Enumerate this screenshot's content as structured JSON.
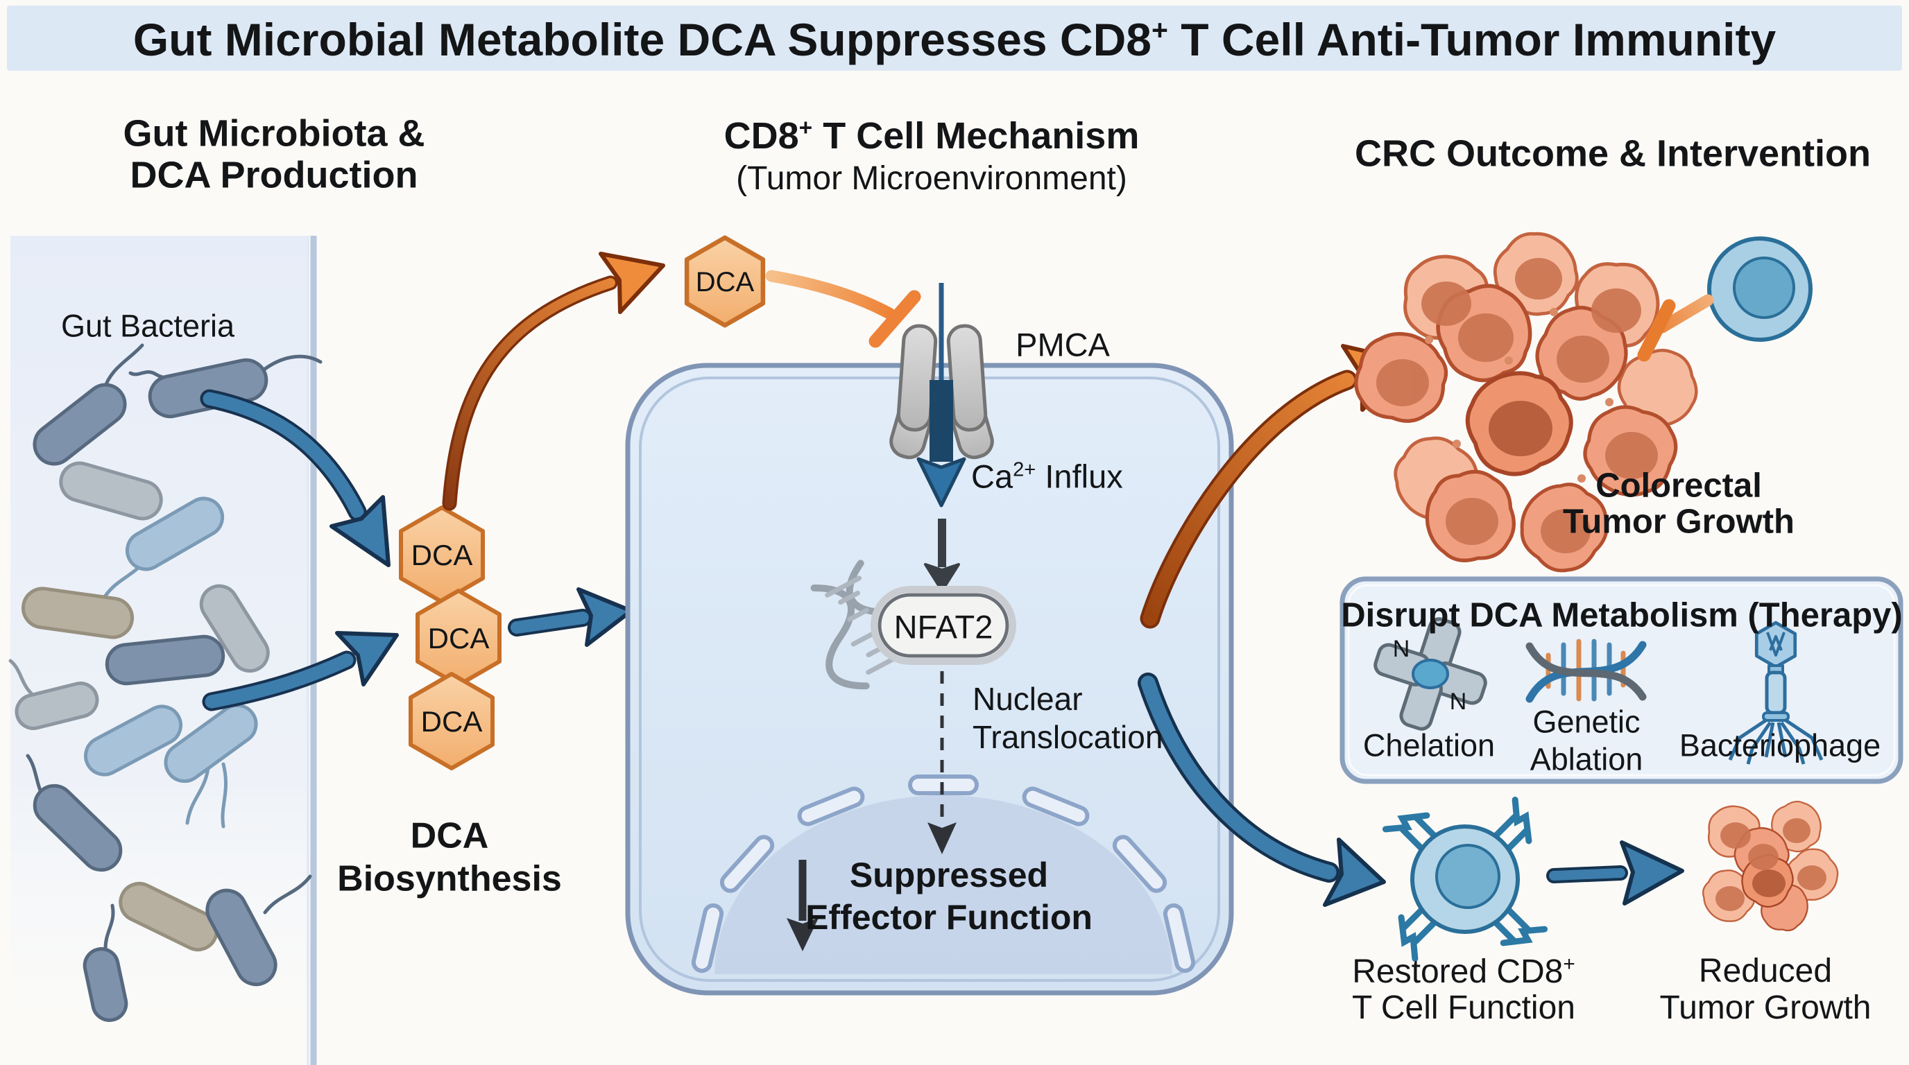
{
  "title": {
    "pre": "Gut Microbial Metabolite DCA Suppresses CD8",
    "sup": "+",
    "post": " T Cell Anti-Tumor Immunity"
  },
  "left_panel": {
    "header_line1": "Gut Microbiota &",
    "header_line2": "DCA Production",
    "bacteria_label": "Gut Bacteria",
    "dca_hex1": "DCA",
    "dca_hex2": "DCA",
    "dca_hex3": "DCA",
    "biosynthesis_line1": "DCA",
    "biosynthesis_line2": "Biosynthesis"
  },
  "middle_panel": {
    "header_pre": "CD8",
    "header_sup": "+",
    "header_post": " T Cell Mechanism",
    "header_line2": "(Tumor Microenvironment)",
    "dca_hex": "DCA",
    "pmca": "PMCA",
    "ca_pre": "Ca",
    "ca_sup": "2+",
    "ca_post": " Influx",
    "nfat2": "NFAT2",
    "nuclear_line1": "Nuclear",
    "nuclear_line2": "Translocation",
    "suppressed_line1": "Suppressed",
    "suppressed_line2": "Effector Function"
  },
  "right_panel": {
    "header": "CRC Outcome & Intervention",
    "tumor_line1": "Colorectal",
    "tumor_line2": "Tumor Growth",
    "therapy_title": "Disrupt DCA Metabolism (Therapy)",
    "chelation_label": "Chelation",
    "chelation_n1": "N",
    "chelation_n2": "N",
    "genetic_line1": "Genetic",
    "genetic_line2": "Ablation",
    "bacteriophage_label": "Bacteriophage",
    "restored_pre": "Restored CD8",
    "restored_sup": "+",
    "restored_line2": "T Cell Function",
    "reduced_line1": "Reduced",
    "reduced_line2": "Tumor Growth"
  },
  "colors": {
    "band_bg": "#dde8f5",
    "arrow_blue": "#3d7dac",
    "arrow_blue_dark": "#173250",
    "arrow_orange": "#e8802f",
    "arrow_orange_dark": "#7c2f0a",
    "inhibit_orange": "#ed8238",
    "hex_fill": "#f6c émeut",
    "hex_border": "#c86f28",
    "cell_fill": "#d8e5f4",
    "cell_border": "#8095b5",
    "nucleus_fill": "#c2d1e7",
    "tumor_fill": "#f0a080",
    "tumor_border": "#b34f2e",
    "tcell_fill": "#a9cfe5",
    "tcell_border": "#2a6f99",
    "dark_arrow": "#2f3338"
  }
}
